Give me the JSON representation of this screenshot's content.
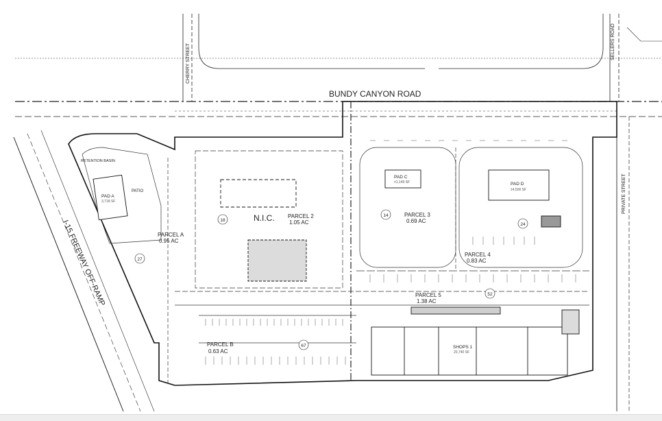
{
  "streets": {
    "bundy": "BUNDY CANYON ROAD",
    "cherry": "CHERRY STREET",
    "sellers": "SELLERS ROAD",
    "private": "PRIVATE STREET",
    "freeway": "I-15 FREEWAY OFF-RAMP"
  },
  "parcels": {
    "a": {
      "name": "PARCEL A",
      "area": "0.95 AC"
    },
    "b": {
      "name": "PARCEL B",
      "area": "0.63 AC"
    },
    "p2": {
      "name": "PARCEL 2",
      "area": "1.05 AC"
    },
    "p3": {
      "name": "PARCEL 3",
      "area": "0.69 AC"
    },
    "p4": {
      "name": "PARCEL 4",
      "area": "0.83 AC"
    },
    "p5": {
      "name": "PARCEL 5",
      "area": "1.38 AC"
    }
  },
  "buildings": {
    "pad_a": {
      "name": "PAD A",
      "area": "3,718 SF"
    },
    "pad_c": {
      "name": "PAD C",
      "area": "±1,149 SF"
    },
    "pad_d": {
      "name": "PAD D",
      "area": "±4,500 SF"
    },
    "shops": {
      "name": "SHOPS 1",
      "area": "20,740 SF"
    }
  },
  "labels": {
    "nic": "N.I.C.",
    "patio": "PATIO",
    "retention": "RETENTION BASIN"
  },
  "stall_counts": {
    "a": "27",
    "p2": "18",
    "p3": "14",
    "p4": "24",
    "p5": "52",
    "b": "67"
  },
  "colors": {
    "line": "#222222",
    "fill": "#cfcfcf"
  }
}
